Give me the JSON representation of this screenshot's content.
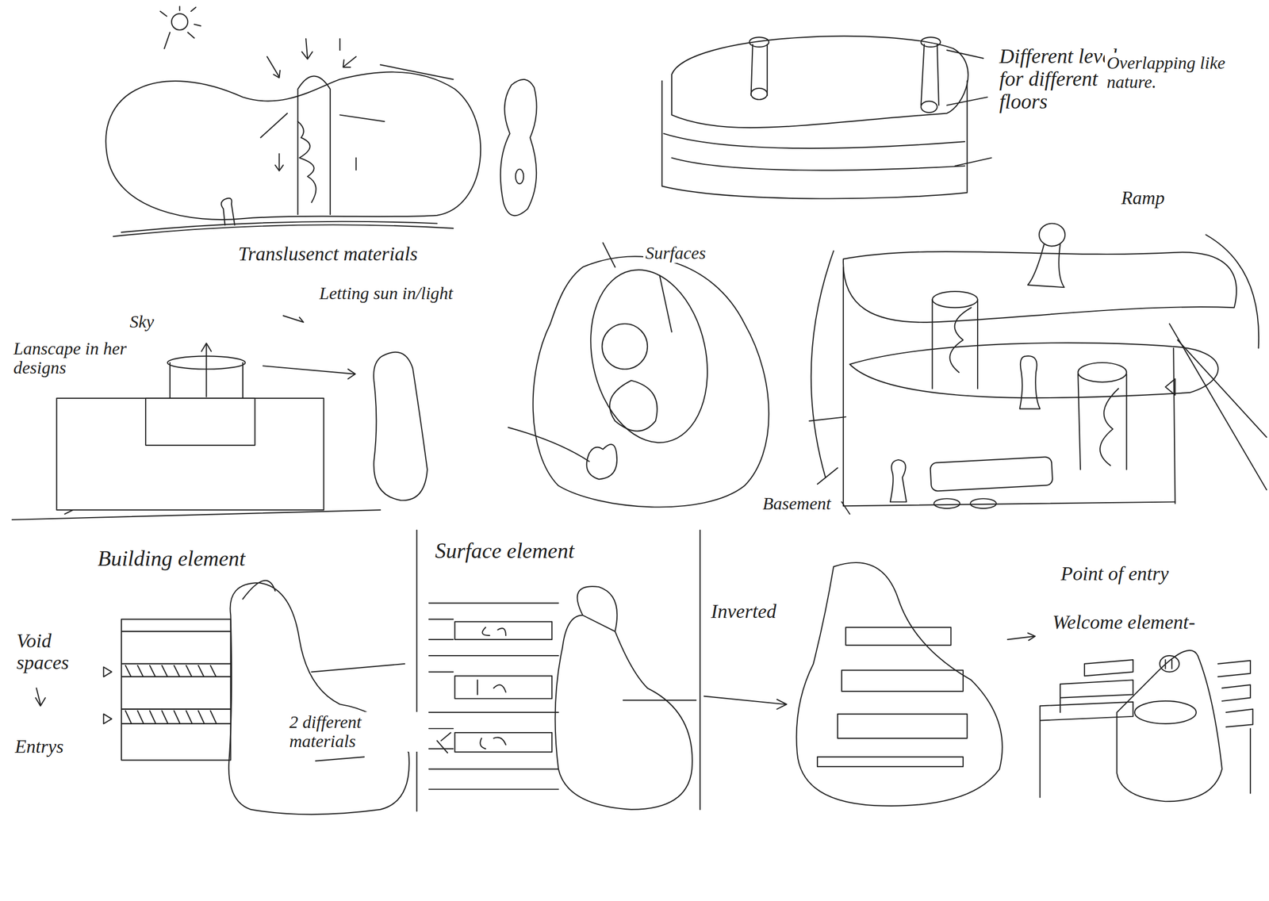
{
  "diagram": {
    "labels": [
      "Different levels for different floors",
      "Overlapping like nature.",
      "Translusenct materials",
      "Letting sun in/light",
      "Surfaces",
      "Ramp",
      "Sky",
      "Lanscape in her designs",
      "Basement",
      "Building element",
      "Surface element",
      "Inverted",
      "Point of entry",
      "Welcome element-",
      "Void spaces",
      "Entrys",
      "2 different materials"
    ]
  }
}
